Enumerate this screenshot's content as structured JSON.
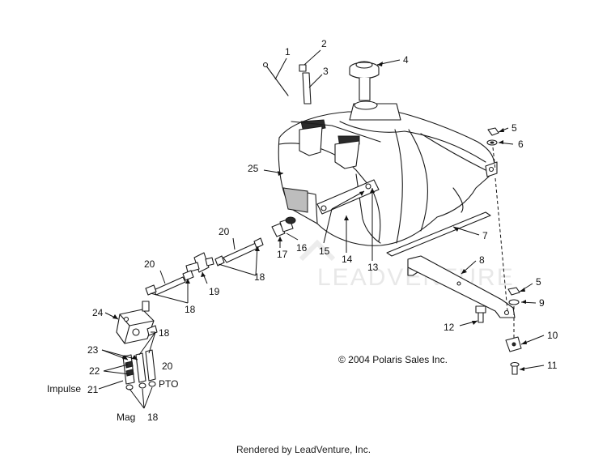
{
  "watermark": "LEADVENTURE",
  "copyright": "© 2004 Polaris Sales Inc.",
  "footer": "Rendered by LeadVenture, Inc.",
  "labels": {
    "impulse": "Impulse",
    "pto": "PTO",
    "mag": "Mag"
  },
  "callouts": [
    "1",
    "2",
    "3",
    "4",
    "5",
    "6",
    "25",
    "7",
    "8",
    "5",
    "9",
    "12",
    "10",
    "11",
    "20",
    "20",
    "18",
    "16",
    "17",
    "15",
    "14",
    "13",
    "19",
    "24",
    "18",
    "18",
    "23",
    "22",
    "21",
    "20",
    "18"
  ],
  "colors": {
    "line": "#1a1a1a",
    "watermark": "#e8e8e8"
  }
}
